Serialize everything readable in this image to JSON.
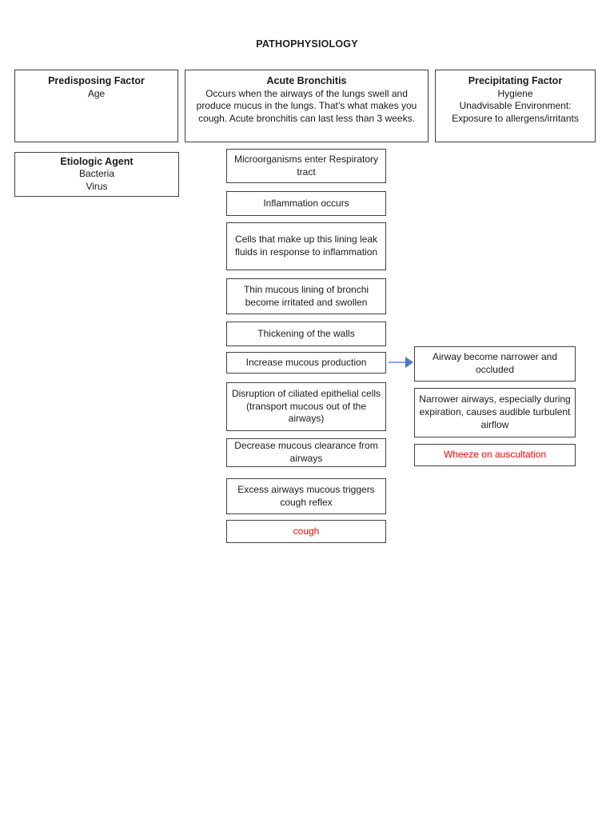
{
  "page_title": "PATHOPHYSIOLOGY",
  "factor_boxes": {
    "predisposing": {
      "title": "Predisposing Factor",
      "line1": "Age"
    },
    "acute": {
      "title": "Acute Bronchitis",
      "body": "Occurs when the airways of the lungs swell and produce mucus in the lungs. That’s what makes you cough. Acute bronchitis can last less than 3 weeks."
    },
    "precipitating": {
      "title": "Precipitating Factor",
      "line1": "Hygiene",
      "line2": "Unadvisable Environment:",
      "line3": "Exposure to allergens/irritants"
    },
    "etiologic": {
      "title": "Etiologic Agent",
      "line1": "Bacteria",
      "line2": "Virus"
    }
  },
  "flow_steps": [
    "Microorganisms enter Respiratory tract",
    "Inflammation occurs",
    "Cells that make up this lining leak fluids in response to inflammation",
    "Thin mucous lining of bronchi become irritated and swollen",
    "Thickening of the walls",
    "Increase mucous production",
    "Disruption of ciliated epithelial cells (transport mucous out of the airways)",
    "Decrease mucous clearance from airways",
    "Excess airways mucous triggers cough reflex",
    "cough"
  ],
  "side_steps": [
    "Airway become narrower and occluded",
    "Narrower airways, especially during expiration, causes audible turbulent airflow",
    "Wheeze on auscultation"
  ],
  "colors": {
    "highlight_text": "#ff0000",
    "arrow_line": "#8aa6dc",
    "arrow_head": "#4d77c8",
    "box_border": "#404040"
  }
}
